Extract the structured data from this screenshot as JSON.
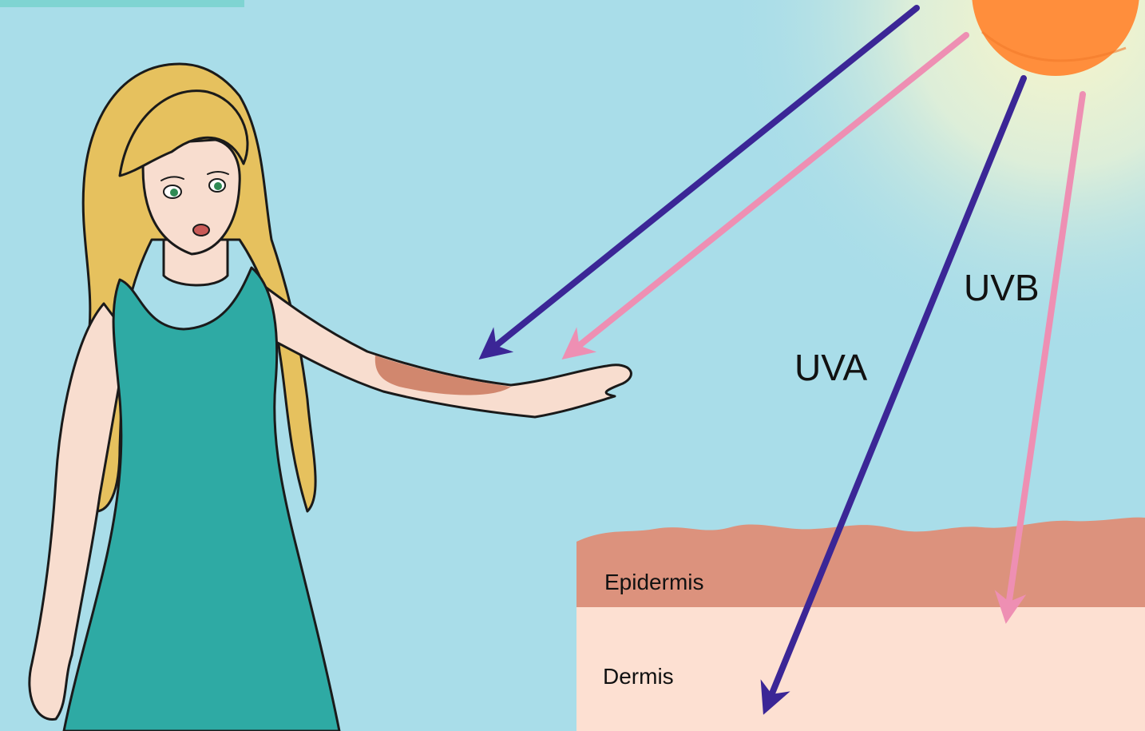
{
  "labels": {
    "uva": "UVA",
    "uvb": "UVB",
    "epidermis": "Epidermis",
    "dermis": "Dermis"
  },
  "colors": {
    "sky": "#a9dde9",
    "sun": "#ff8e3c",
    "uva_ray": "#3b2696",
    "uvb_ray": "#ee8fb3",
    "epidermis": "#dc927d",
    "dermis": "#fde0d2",
    "dress": "#2eaaa4",
    "hair": "#e6c15e",
    "skin": "#f8ddcf",
    "sunburn": "#c46a4e",
    "top_bar": "#7fd4d2"
  },
  "icons": {
    "sun": "sun-icon",
    "woman": "woman-figure-icon"
  }
}
